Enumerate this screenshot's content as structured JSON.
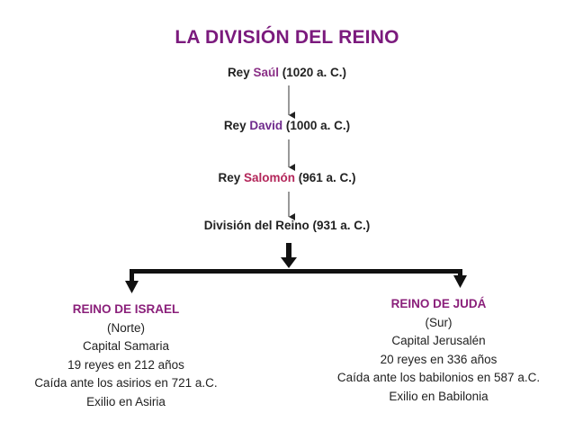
{
  "title": "LA DIVISIÓN DEL REINO",
  "kings": [
    {
      "prefix": "Rey",
      "name": "Saúl",
      "date": "(1020 a. C.)"
    },
    {
      "prefix": "Rey",
      "name": "David",
      "date": "(1000 a. C.)"
    },
    {
      "prefix": "Rey",
      "name": "Salomón",
      "date": "(961 a. C.)"
    }
  ],
  "division": "División del Reino (931 a. C.)",
  "israel": {
    "name": "REINO DE ISRAEL",
    "region": "(Norte)",
    "capital": "Capital Samaria",
    "kings_count": "19 reyes en 212 años",
    "fall": "Caída ante los asirios en 721 a.C.",
    "exile": "Exilio en Asiria"
  },
  "juda": {
    "name": "REINO DE JUDÁ",
    "region": "(Sur)",
    "capital": "Capital Jerusalén",
    "kings_count": "20 reyes en 336 años",
    "fall": "Caída ante los babilonios en 587 a.C.",
    "exile": "Exilio en Babilonia"
  }
}
